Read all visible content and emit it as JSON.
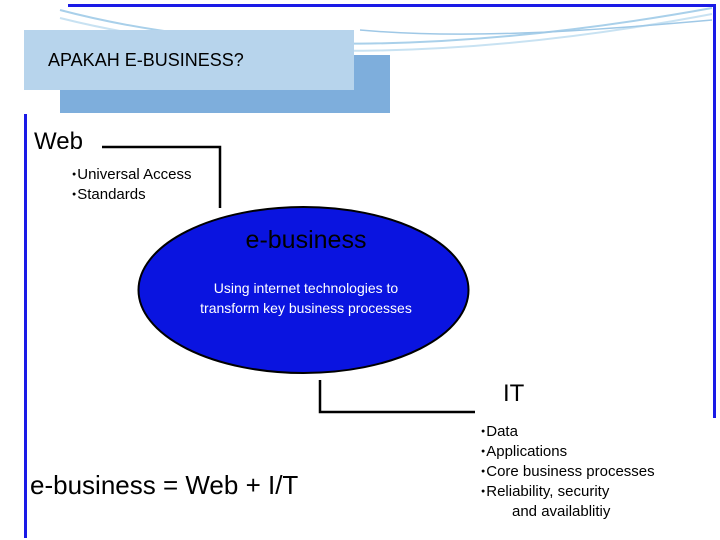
{
  "title": "APAKAH E-BUSINESS?",
  "web": {
    "label": "Web",
    "items": [
      "Universal Access",
      "Standards"
    ]
  },
  "ebusiness": {
    "title": "e-business",
    "desc_line1": "Using internet technologies to",
    "desc_line2": "transform key business processes"
  },
  "it": {
    "label": "IT",
    "items": [
      "Data",
      "Applications",
      "Core business processes",
      "Reliability, security"
    ],
    "continuation": "and availablitiy"
  },
  "formula": "e-business = Web + I/T",
  "colors": {
    "ellipse_fill": "#0a14e0",
    "border": "#1a1ae6",
    "title_bg": "#b7d4ec"
  }
}
